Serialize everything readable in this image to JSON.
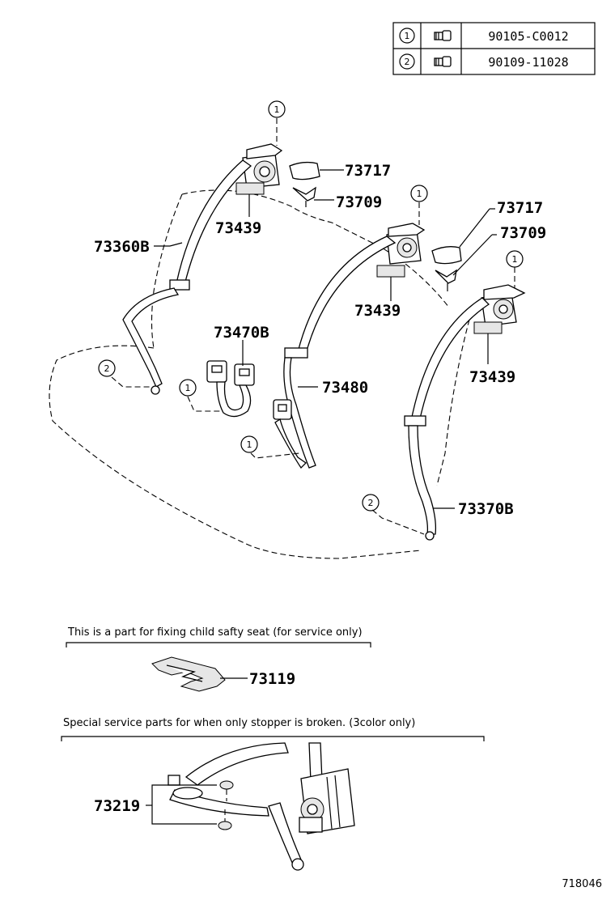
{
  "fastener_table": {
    "rows": [
      {
        "ref": "1",
        "icon": "bolt-icon",
        "part": "90105-C0012"
      },
      {
        "ref": "2",
        "icon": "bolt-icon",
        "part": "90109-11028"
      }
    ]
  },
  "callouts": {
    "c73717_a": "73717",
    "c73709_a": "73709",
    "c73439_a": "73439",
    "c73360b": "73360B",
    "c73717_b": "73717",
    "c73709_b": "73709",
    "c73439_b": "73439",
    "c73439_c": "73439",
    "c73470b": "73470B",
    "c73480": "73480",
    "c73370b": "73370B",
    "c73119": "73119",
    "c73219": "73219"
  },
  "markers": {
    "m1_top_left": "1",
    "m1_top_mid": "1",
    "m1_top_right": "1",
    "m2_left": "2",
    "m1_buckle_left": "1",
    "m1_buckle_mid": "1",
    "m2_right": "2"
  },
  "notes": {
    "child_seat": "This is a part for fixing child safty seat (for service only)",
    "stopper": "Special service parts for when only stopper is broken. (3color only)"
  },
  "figure_id": "718046"
}
